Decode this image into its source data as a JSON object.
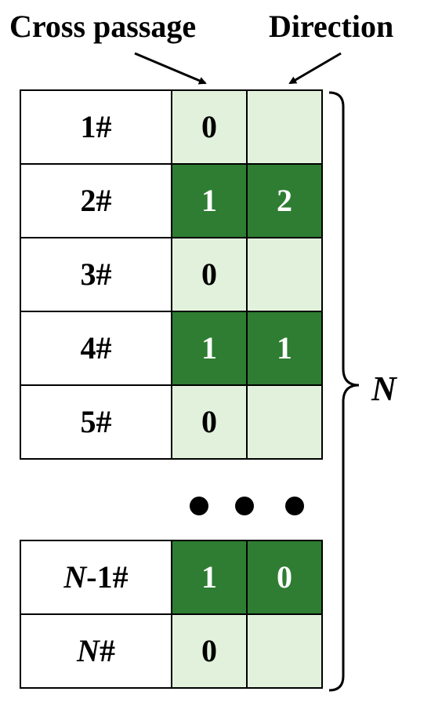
{
  "headers": {
    "cross_passage": "Cross passage",
    "direction": "Direction"
  },
  "rows_top": [
    {
      "id_main": "",
      "id_suffix": "1#",
      "cross": "0",
      "direction": "",
      "active": false
    },
    {
      "id_main": "",
      "id_suffix": "2#",
      "cross": "1",
      "direction": "2",
      "active": true
    },
    {
      "id_main": "",
      "id_suffix": "3#",
      "cross": "0",
      "direction": "",
      "active": false
    },
    {
      "id_main": "",
      "id_suffix": "4#",
      "cross": "1",
      "direction": "1",
      "active": true
    },
    {
      "id_main": "",
      "id_suffix": "5#",
      "cross": "0",
      "direction": "",
      "active": false
    }
  ],
  "rows_bottom": [
    {
      "id_main": "N",
      "id_suffix": "-1#",
      "cross": "1",
      "direction": "0",
      "active": true
    },
    {
      "id_main": "N",
      "id_suffix": "#",
      "cross": "0",
      "direction": "",
      "active": false
    }
  ],
  "brace_label": "N",
  "colors": {
    "active_fill": "#2e7d32",
    "inactive_fill": "#e2f1dc",
    "active_text": "#ffffff",
    "border": "#000000"
  }
}
